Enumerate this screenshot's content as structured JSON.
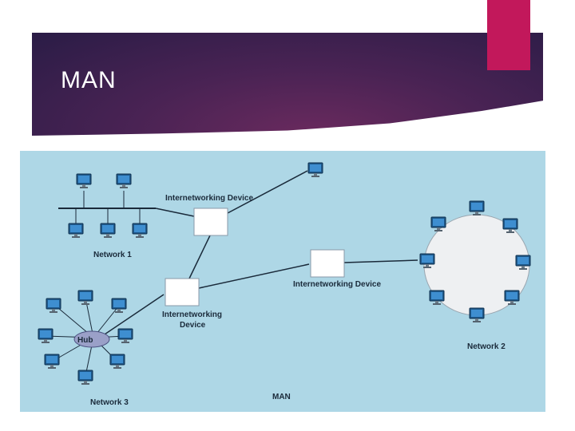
{
  "slide": {
    "title": "MAN"
  },
  "diagram": {
    "network1": "Network 1",
    "network2": "Network 2",
    "network3": "Network 3",
    "device_top": "Internetworking Device",
    "device_right": "Internetworking Device",
    "device_left_line1": "Internetworking",
    "device_left_line2": "Device",
    "hub": "Hub",
    "caption": "MAN"
  },
  "colors": {
    "banner_dark": "#2a1c46",
    "banner_mid": "#6a2a5e",
    "accent": "#c2185b",
    "diagram_bg": "#aed7e6"
  }
}
